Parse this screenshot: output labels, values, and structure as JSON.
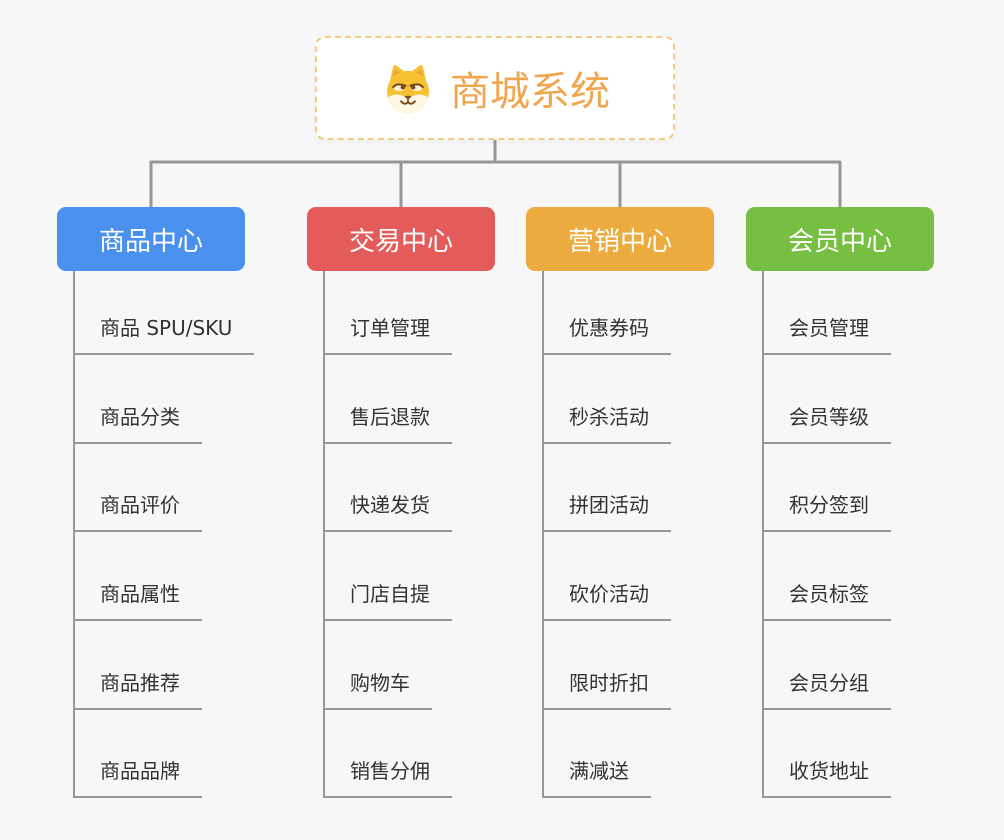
{
  "root": {
    "title": "商城系统",
    "icon": "shiba-dog-icon"
  },
  "colors": {
    "background": "#F7F7F7",
    "connector": "#979797",
    "leaf_text": "#333333",
    "root_title": "#F0A64E",
    "root_border": "#F6CA80",
    "root_background": "#FFFFFF"
  },
  "branches": [
    {
      "label": "商品中心",
      "color": "#4A90EE",
      "children": [
        "商品 SPU/SKU",
        "商品分类",
        "商品评价",
        "商品属性",
        "商品推荐",
        "商品品牌"
      ]
    },
    {
      "label": "交易中心",
      "color": "#E45B5B",
      "children": [
        "订单管理",
        "售后退款",
        "快递发货",
        "门店自提",
        "购物车",
        "销售分佣"
      ]
    },
    {
      "label": "营销中心",
      "color": "#ECAB3E",
      "children": [
        "优惠券码",
        "秒杀活动",
        "拼团活动",
        "砍价活动",
        "限时折扣",
        "满减送"
      ]
    },
    {
      "label": "会员中心",
      "color": "#77BF43",
      "children": [
        "会员管理",
        "会员等级",
        "积分签到",
        "会员标签",
        "会员分组",
        "收货地址"
      ]
    }
  ]
}
